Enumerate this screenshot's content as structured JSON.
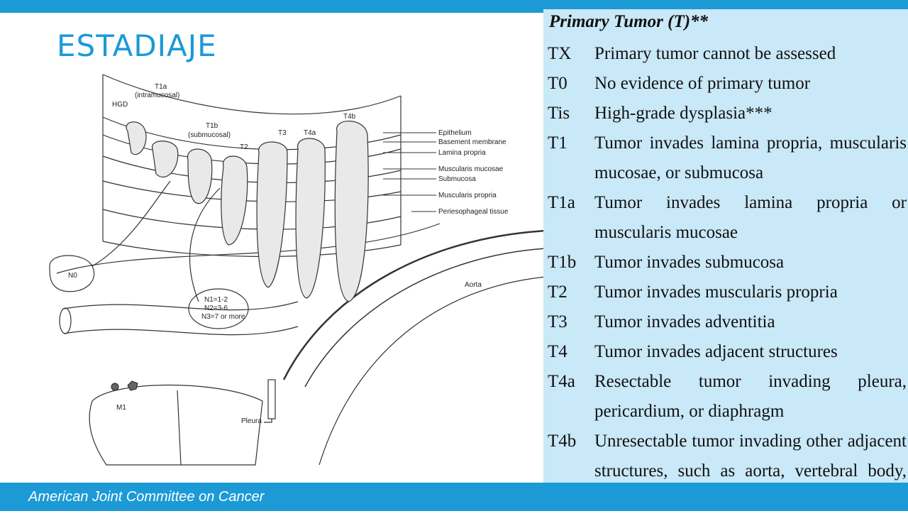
{
  "title": "ESTADIAJE",
  "footer": "American Joint Committee on Cancer",
  "colors": {
    "accent": "#1b9ad6",
    "table_bg": "#c9e8f8"
  },
  "diagram": {
    "labels": {
      "t1a": "T1a",
      "intramucosal": "(intramucosal)",
      "hgd": "HGD",
      "t1b": "T1b",
      "submucosal": "(submucosal)",
      "t2": "T2",
      "t3": "T3",
      "t4a": "T4a",
      "t4b": "T4b",
      "n0": "N0",
      "n1": "N1=1-2",
      "n2": "N2=3-6",
      "n3": "N3=7 or more",
      "aorta": "Aorta",
      "m1": "M1",
      "pleura": "Pleura"
    },
    "layers": [
      "Epithelium",
      "Basement membrane",
      "Lamina propria",
      "Muscularis mucosae",
      "Submucosa",
      "Muscularis propria",
      "Periesophageal tissue"
    ]
  },
  "table": {
    "heading": "Primary Tumor (T)**",
    "rows": [
      {
        "code": "TX",
        "desc": "Primary tumor cannot be assessed"
      },
      {
        "code": "T0",
        "desc": "No evidence of primary tumor"
      },
      {
        "code": "Tis",
        "desc": "High-grade dysplasia***"
      },
      {
        "code": "T1",
        "desc": "Tumor invades lamina propria, muscularis mucosae, or submucosa"
      },
      {
        "code": "T1a",
        "desc": "Tumor invades lamina propria or muscularis mucosae"
      },
      {
        "code": "T1b",
        "desc": "Tumor invades submucosa"
      },
      {
        "code": "T2",
        "desc": "Tumor invades muscularis propria"
      },
      {
        "code": "T3",
        "desc": "Tumor invades adventitia"
      },
      {
        "code": "T4",
        "desc": "Tumor invades adjacent structures"
      },
      {
        "code": "T4a",
        "desc": "Resectable tumor invading pleura, pericardium, or diaphragm"
      },
      {
        "code": "T4b",
        "desc": "Unresectable tumor invading other adjacent structures, such as aorta, vertebral body, trachea, etc."
      }
    ]
  }
}
